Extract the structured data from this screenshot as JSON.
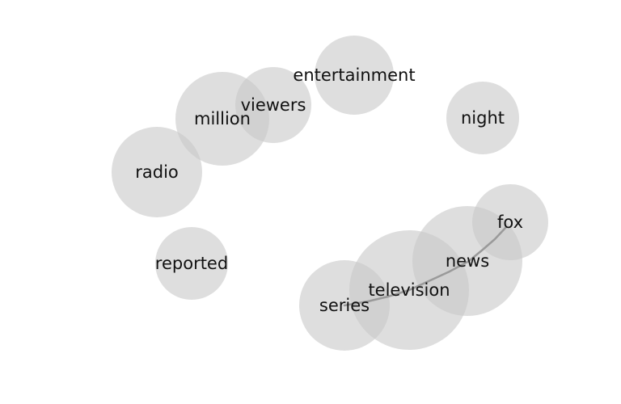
{
  "nodes": [
    {
      "id": "entertainment",
      "label": "entertainment"
    },
    {
      "id": "viewers",
      "label": "viewers"
    },
    {
      "id": "million",
      "label": "million"
    },
    {
      "id": "night",
      "label": "night"
    },
    {
      "id": "radio",
      "label": "radio"
    },
    {
      "id": "fox",
      "label": "fox"
    },
    {
      "id": "reported",
      "label": "reported"
    },
    {
      "id": "news",
      "label": "news"
    },
    {
      "id": "television",
      "label": "television"
    },
    {
      "id": "series",
      "label": "series"
    }
  ],
  "edges": [
    {
      "from": "fox",
      "to": "news"
    },
    {
      "from": "news",
      "to": "television"
    },
    {
      "from": "television",
      "to": "series"
    }
  ],
  "colors": {
    "bubble": "#c8c8c8",
    "edge": "#9a9a9a",
    "text": "#111111",
    "background": "#ffffff"
  }
}
